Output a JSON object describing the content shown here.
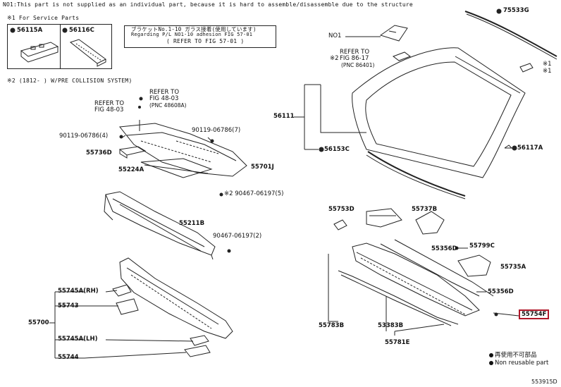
{
  "notes": {
    "top_note": "NO1:This part is not supplied as an individual part, because it is hard to assemble/disassemble due to the structure",
    "service_note": "※1 For Service Parts",
    "collision_note": "※2 (1812-    ) W/PRE COLLISION SYSTEM)",
    "jp_note": "ブラケットNo.1-10 ガラス接着(使用しています)",
    "refer_box_line1": "Regarding P/L NO1-10 adhesion FIG 57-01",
    "refer_box_line2": "( REFER TO FIG 57-01 )"
  },
  "service_parts": [
    {
      "code": "56115A"
    },
    {
      "code": "56116C"
    }
  ],
  "labels": {
    "no1": "NO1",
    "refer_86_1": "REFER TO",
    "refer_86_2": "FIG 86-17",
    "refer_86_3": "(PNC 86401)",
    "refer_86_prefix": "※2",
    "refer_48a_1": "REFER TO",
    "refer_48a_2": "FIG 48-03",
    "refer_48b_1": "REFER TO",
    "refer_48b_2": "FIG 48-03",
    "refer_48b_3": "(PNC 48608A)",
    "p75533G": "75533G",
    "star1": "※1",
    "p56111": "56111",
    "p56153C": "56153C",
    "p56117A": "56117A",
    "p90119_4": "90119-06786(4)",
    "p90119_7": "90119-06786(7)",
    "p55736D": "55736D",
    "p55701J": "55701J",
    "p55224A": "55224A",
    "p90467_5": "※2 90467-06197(5)",
    "p55211B": "55211B",
    "p90467_2": "90467-06197(2)",
    "p55745A_RH": "55745A(RH)",
    "p55743": "55743",
    "p55700": "55700",
    "p55745A_LH": "55745A(LH)",
    "p55744": "55744",
    "p55753D": "55753D",
    "p55737B": "55737B",
    "p55356D_a": "55356D",
    "p55799C": "55799C",
    "p55735A": "55735A",
    "p55356D_b": "55356D",
    "p55754F": "55754F",
    "p55783B": "55783B",
    "p53383B": "53383B",
    "p55781E": "55781E"
  },
  "legend": {
    "jp": "再使用不可部品",
    "en": "Non reusable part"
  },
  "figure_id": "553915D",
  "colors": {
    "highlight": "#b0182a",
    "line": "#222222"
  }
}
